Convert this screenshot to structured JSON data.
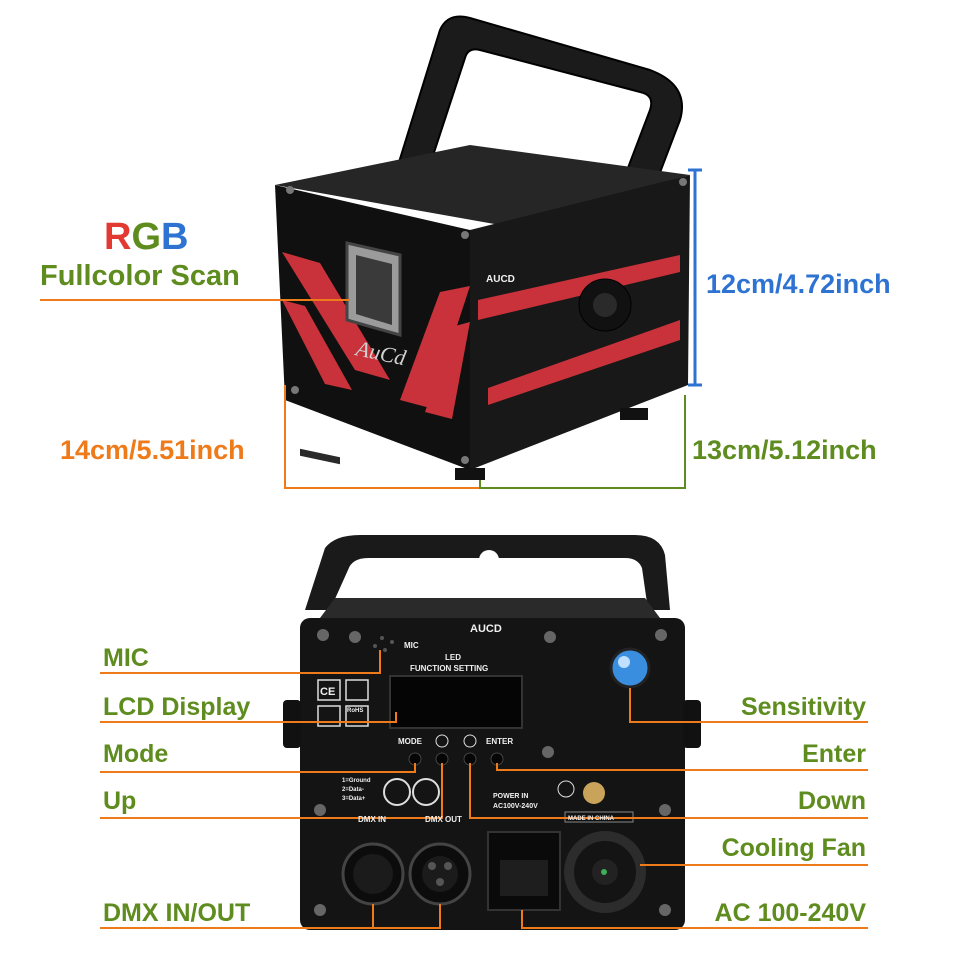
{
  "title": {
    "r": "R",
    "g": "G",
    "b": "B",
    "subtitle": "Fullcolor Scan",
    "colors": {
      "r": "#e23a32",
      "g": "#5e8c1e",
      "b": "#2f73d2"
    }
  },
  "dimensions": {
    "height": "12cm/4.72inch",
    "length": "14cm/5.51inch",
    "width": "13cm/5.12inch"
  },
  "device": {
    "brand_top": "AUCD",
    "brand_front": "AUCD",
    "logo": "AuCd",
    "front_accent": "#c9323a"
  },
  "back_panel": {
    "mic_label": "MIC",
    "led_label": "LED",
    "function_setting": "FUNCTION SETTING",
    "mode": "MODE",
    "enter": "ENTER",
    "dmx_in": "DMX IN",
    "dmx_out": "DMX OUT",
    "power_in": "POWER IN",
    "power_spec": "AC100V-240V",
    "made_in": "MADE IN CHINA",
    "pin_legend": [
      "1=Ground",
      "2=Data-",
      "3=Data+"
    ],
    "ce": "CE",
    "rohs": "RoHS"
  },
  "callouts_left": [
    "MIC",
    "LCD Display",
    "Mode",
    "Up",
    "DMX IN/OUT"
  ],
  "callouts_right": [
    "Sensitivity",
    "Enter",
    "Down",
    "Cooling Fan",
    "AC 100-240V"
  ],
  "line_colors": {
    "orange": "#ef7a1a",
    "blue": "#2f73d2",
    "green": "#5e8c1e"
  }
}
